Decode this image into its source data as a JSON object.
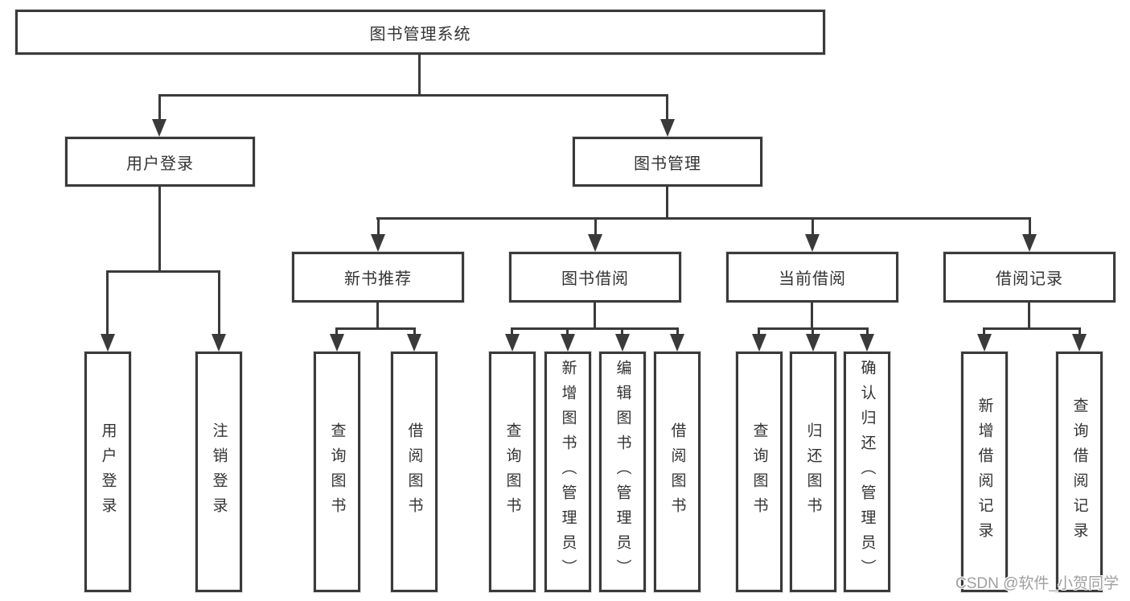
{
  "nodes": {
    "root": "图书管理系统",
    "user_login": "用户登录",
    "book_mgmt": "图书管理",
    "new_books": "新书推荐",
    "book_borrow": "图书借阅",
    "current_borrow": "当前借阅",
    "borrow_records": "借阅记录"
  },
  "leaves": {
    "user_login": [
      "用户登录",
      "注销登录"
    ],
    "new_books": [
      "查询图书",
      "借阅图书"
    ],
    "book_borrow": [
      "查询图书",
      "新增图书（管理员）",
      "编辑图书（管理员）",
      "借阅图书"
    ],
    "current_borrow": [
      "查询图书",
      "归还图书",
      "确认归还（管理员）"
    ],
    "borrow_records": [
      "新增借阅记录",
      "查询借阅记录"
    ]
  },
  "watermark": "CSDN @软件_小贺同学",
  "colors": {
    "line": "#3a3a3a",
    "box_border": "#3a3a3a",
    "box_bg": "#ffffff",
    "text": "#333333",
    "watermark": "#9f9f9f",
    "background": "#ffffff"
  }
}
